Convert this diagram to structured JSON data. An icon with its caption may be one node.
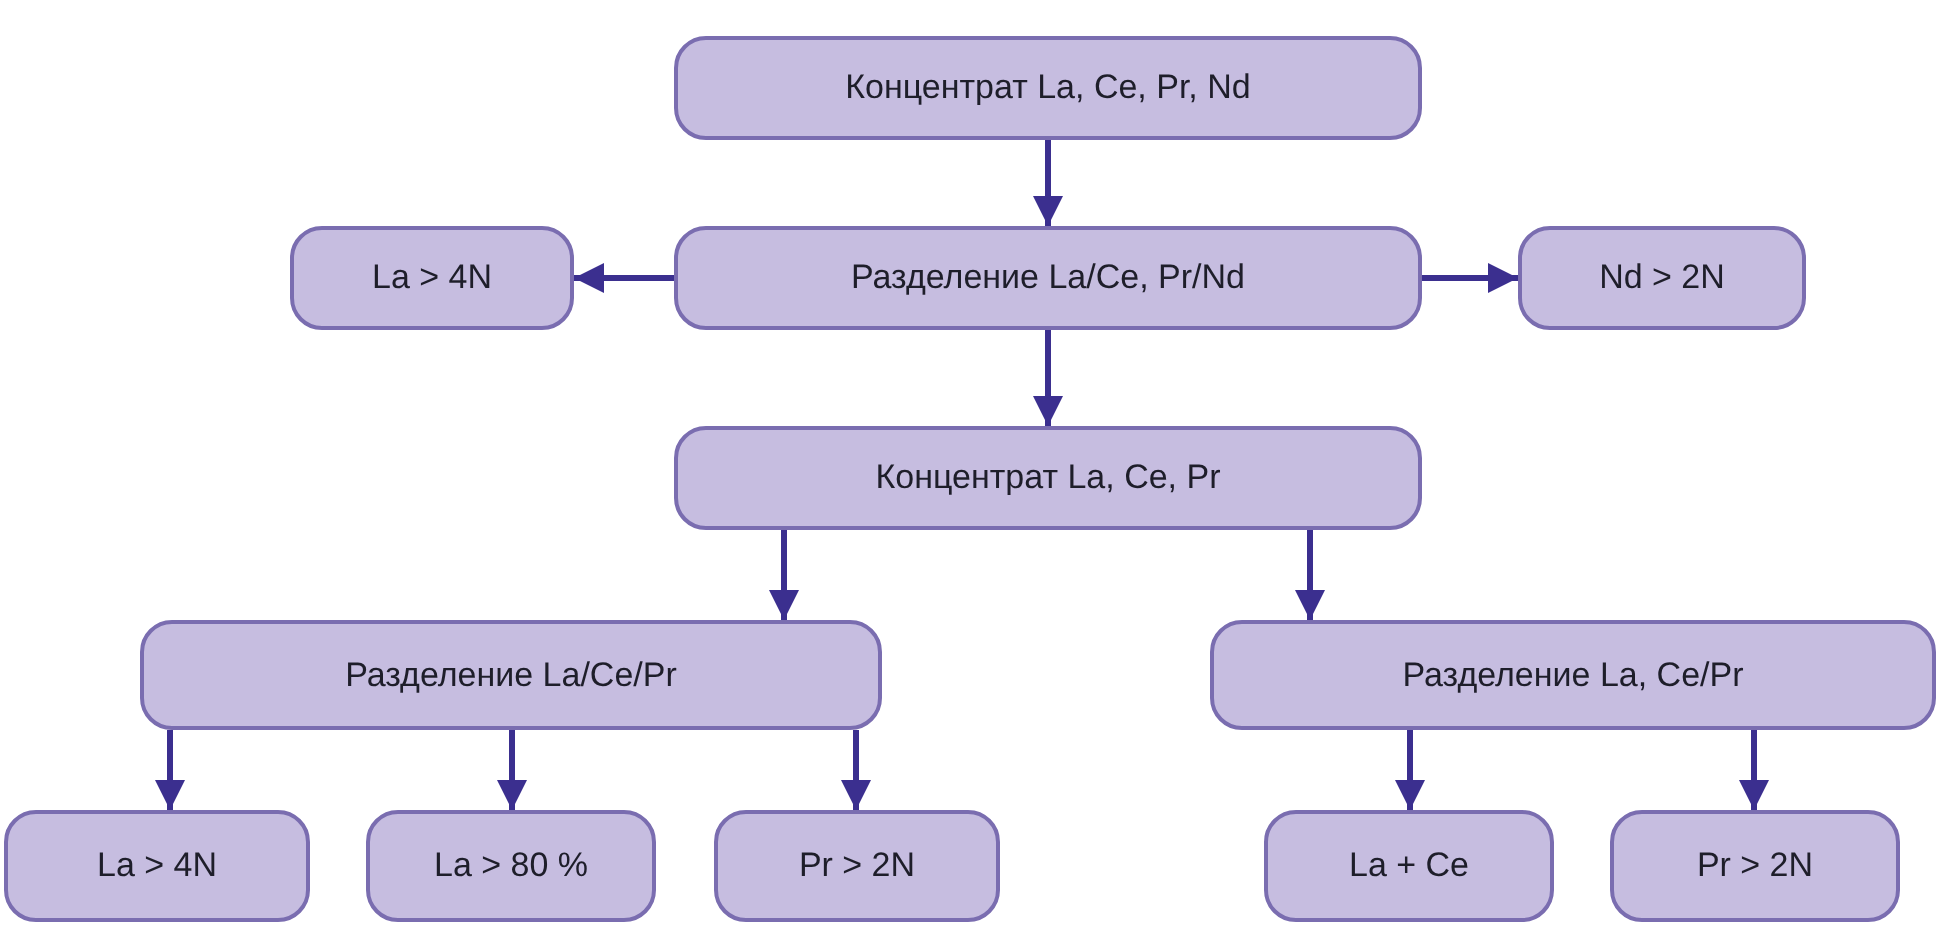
{
  "diagram": {
    "nodes": [
      {
        "text": [
          "Концентрат La, Ce, Pr, Nd"
        ]
      },
      {
        "text": [
          "La > 4N"
        ]
      },
      {
        "text": [
          "Разделение La/Ce, Pr/Nd"
        ]
      },
      {
        "text": [
          "Nd > 2N"
        ]
      },
      {
        "text": [
          "Концентрат La, Ce, Pr"
        ]
      },
      {
        "text": [
          "Разделение La/Ce/Pr"
        ]
      },
      {
        "text": [
          "Разделение La, Ce/Pr"
        ]
      },
      {
        "text": [
          "La > 4N"
        ]
      },
      {
        "text": [
          "La > 80 %"
        ]
      },
      {
        "text": [
          "Pr > 2N"
        ]
      },
      {
        "text": [
          "La + Ce"
        ]
      },
      {
        "text": [
          "Pr > 2N"
        ]
      }
    ],
    "edges": [
      {
        "from": 0,
        "to": 2,
        "arrow": "to"
      },
      {
        "from": 2,
        "to": 1,
        "arrow": "to"
      },
      {
        "from": 2,
        "to": 3,
        "arrow": "to"
      },
      {
        "from": 2,
        "to": 4,
        "arrow": "to"
      },
      {
        "from": 4,
        "to": 5,
        "arrow": "to"
      },
      {
        "from": 4,
        "to": 6,
        "arrow": "to"
      },
      {
        "from": 5,
        "to": 7,
        "arrow": "to"
      },
      {
        "from": 5,
        "to": 8,
        "arrow": "to"
      },
      {
        "from": 5,
        "to": 9,
        "arrow": "to"
      },
      {
        "from": 6,
        "to": 10,
        "arrow": "to"
      },
      {
        "from": 6,
        "to": 11,
        "arrow": "to"
      }
    ]
  }
}
